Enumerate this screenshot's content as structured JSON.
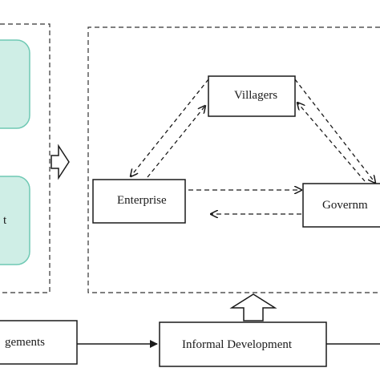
{
  "nodes": {
    "villagers": "Villagers",
    "enterprise": "Enterprise",
    "government": "Governm",
    "informal_development": "Informal Development",
    "arrangements": "gements",
    "left_box_fragment": "t"
  },
  "colors": {
    "line": "#1a1a1a",
    "green_fill": "#cfeee6",
    "green_stroke": "#6fc9b4",
    "dash": "#333333"
  }
}
